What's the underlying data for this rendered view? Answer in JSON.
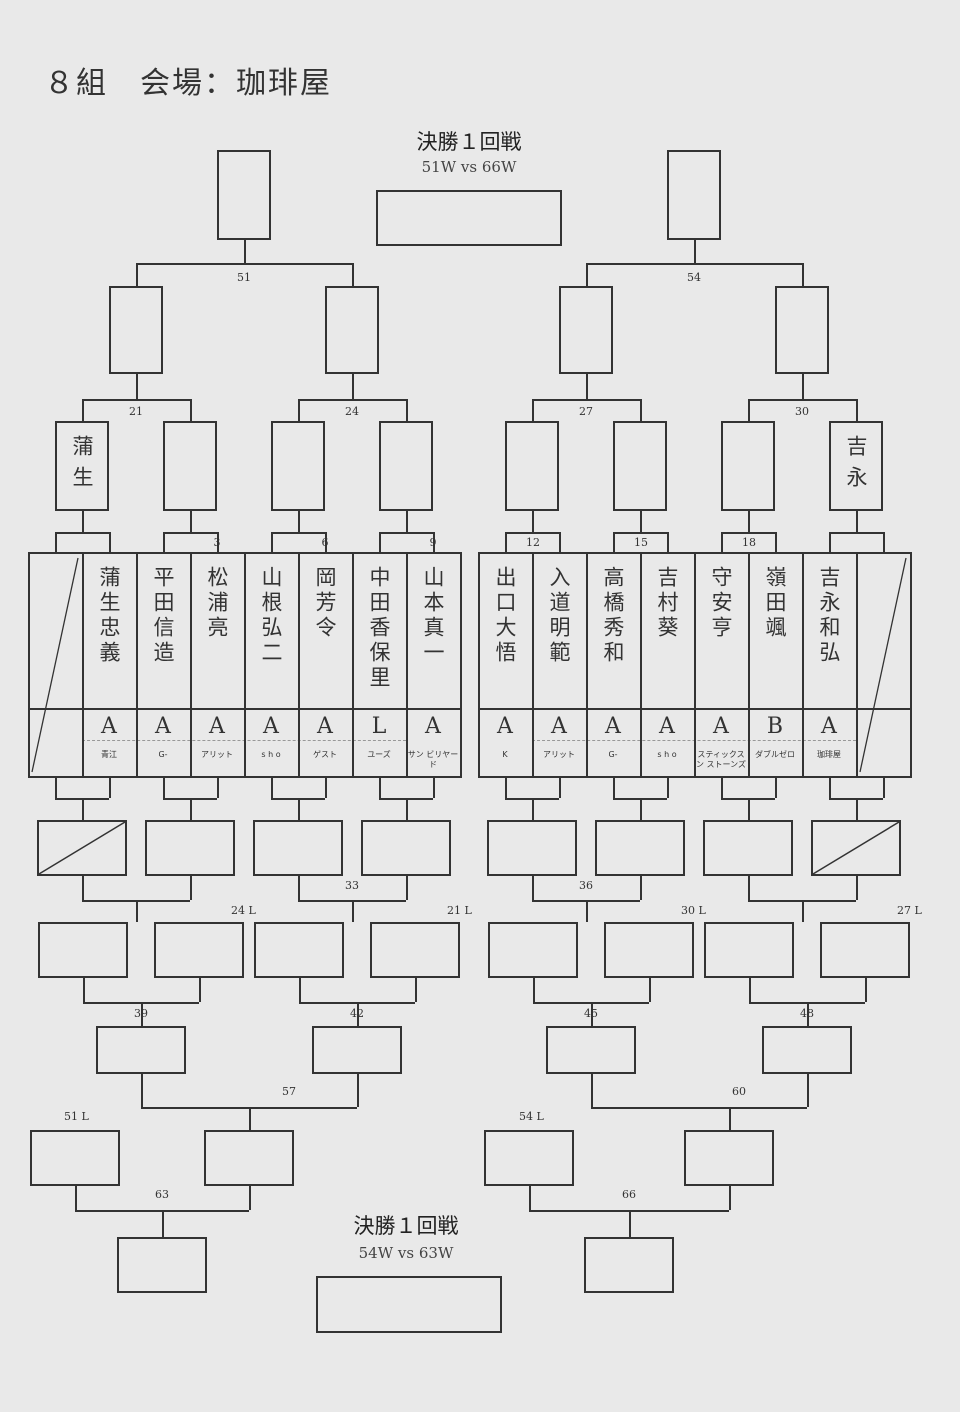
{
  "title": "８組　会場：珈琲屋",
  "final_top": {
    "label": "決勝１回戦",
    "matchup": "51W vs 66W"
  },
  "final_bottom": {
    "label": "決勝１回戦",
    "matchup": "54W vs 63W"
  },
  "players": [
    {
      "name": "",
      "grade": "",
      "venue": "",
      "bye": true
    },
    {
      "name": "蒲生忠義",
      "grade": "A",
      "venue": "青江"
    },
    {
      "name": "平田信造",
      "grade": "A",
      "venue": "G-"
    },
    {
      "name": "松浦亮",
      "grade": "A",
      "venue": "アリット"
    },
    {
      "name": "山根弘二",
      "grade": "A",
      "venue": "s h o"
    },
    {
      "name": "岡芳令",
      "grade": "A",
      "venue": "ゲスト"
    },
    {
      "name": "中田香保里",
      "grade": "L",
      "venue": "ユーズ"
    },
    {
      "name": "山本真一",
      "grade": "A",
      "venue": "サン ビリヤード"
    },
    {
      "name": "出口大悟",
      "grade": "A",
      "venue": "K"
    },
    {
      "name": "入道明範",
      "grade": "A",
      "venue": "アリット"
    },
    {
      "name": "高橋秀和",
      "grade": "A",
      "venue": "G-"
    },
    {
      "name": "吉村葵",
      "grade": "A",
      "venue": "s h o"
    },
    {
      "name": "守安亨",
      "grade": "A",
      "venue": "スティックスン ストーンズ"
    },
    {
      "name": "嶺田颯",
      "grade": "B",
      "venue": "ダブルゼロ"
    },
    {
      "name": "吉永和弘",
      "grade": "A",
      "venue": "珈琲屋"
    },
    {
      "name": "",
      "grade": "",
      "venue": "",
      "bye": true
    }
  ],
  "seeds": {
    "left": "蒲生",
    "right": "吉永"
  },
  "match_numbers": {
    "m3": "3",
    "m6": "6",
    "m9": "9",
    "m12": "12",
    "m15": "15",
    "m18": "18",
    "m21": "21",
    "m24": "24",
    "m27": "27",
    "m30": "30",
    "m51": "51",
    "m54": "54",
    "m33": "33",
    "m36": "36",
    "m39": "39",
    "m42": "42",
    "m45": "45",
    "m48": "48",
    "m57": "57",
    "m60": "60",
    "m63": "63",
    "m66": "66"
  },
  "loser_refs": {
    "l24": "24 L",
    "l21": "21 L",
    "l30": "30 L",
    "l27": "27 L",
    "l51": "51 L",
    "l54": "54 L"
  }
}
